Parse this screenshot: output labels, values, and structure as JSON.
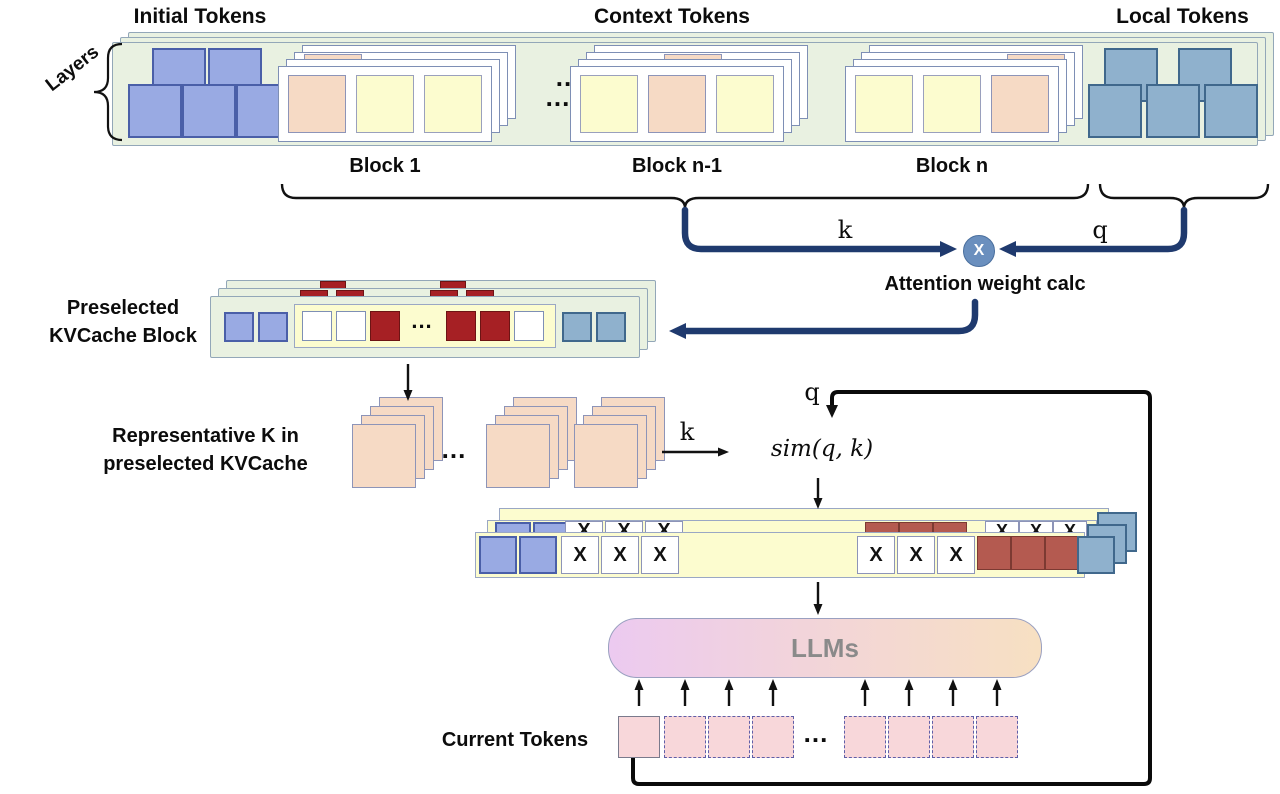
{
  "header": {
    "initial_tokens": "Initial Tokens",
    "context_tokens": "Context Tokens",
    "local_tokens": "Local Tokens",
    "layers": "Layers"
  },
  "top_band": {
    "dots_upper": "..",
    "dots_lower": "...",
    "block_labels": [
      "Block 1",
      "Block n-1",
      "Block n"
    ]
  },
  "attention": {
    "k_label": "k",
    "q_label": "q",
    "operator": "X",
    "caption": "Attention weight calc"
  },
  "preselected": {
    "label_line1": "Preselected",
    "label_line2": "KVCache Block",
    "dots": "..."
  },
  "representative": {
    "label_line1": "Representative K in",
    "label_line2": "preselected KVCache",
    "dots": "...",
    "k_label": "k"
  },
  "similarity": {
    "q_label": "q",
    "expression": "sim(q, k)"
  },
  "selection_band": {
    "x_mark": "X"
  },
  "llm": {
    "label": "LLMs"
  },
  "current_tokens": {
    "label": "Current Tokens",
    "dots": "..."
  },
  "colors": {
    "band_green": "#e9f1e1",
    "periwinkle": "#99aae3",
    "steel_blue": "#8fb1cd",
    "peach": "#f6dac5",
    "pale_yellow": "#fcfccf",
    "crimson": "#a62024",
    "brick": "#b45a50",
    "pink": "#f8d7da",
    "navy_arrow": "#1f3a6e",
    "multiply_node": "#6a8fbe"
  }
}
